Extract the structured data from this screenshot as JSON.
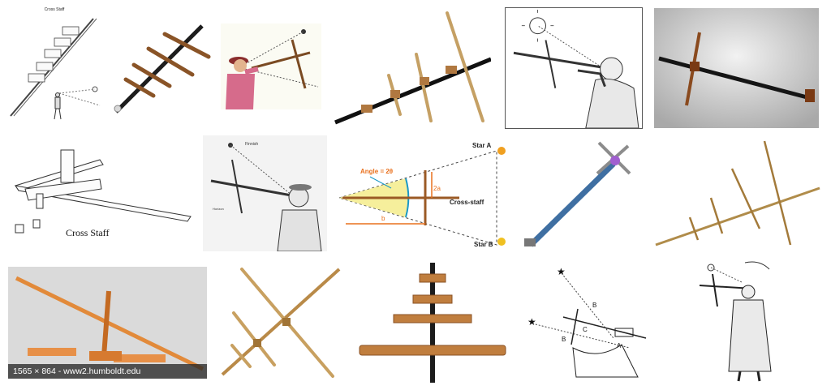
{
  "results": [
    {
      "id": "r1",
      "kind": "diagram",
      "text": {
        "title": "Cross Staff"
      }
    },
    {
      "id": "r2",
      "kind": "photo"
    },
    {
      "id": "r3",
      "kind": "illustration"
    },
    {
      "id": "r4",
      "kind": "photo"
    },
    {
      "id": "r5",
      "kind": "engraving"
    },
    {
      "id": "r6",
      "kind": "photo"
    },
    {
      "id": "r7",
      "kind": "diagram",
      "text": {
        "caption": "Cross Staff"
      }
    },
    {
      "id": "r8",
      "kind": "engraving",
      "text": {
        "label": "Finnish",
        "label2": "Horizon"
      }
    },
    {
      "id": "r9",
      "kind": "diagram",
      "text": {
        "star_a": "Star A",
        "star_b": "Star B",
        "angle": "Angle = 2θ",
        "a": "2a",
        "b": "b",
        "cross": "Cross-staff"
      }
    },
    {
      "id": "r10",
      "kind": "photo"
    },
    {
      "id": "r11",
      "kind": "photo"
    },
    {
      "id": "r12",
      "kind": "photo",
      "text": {
        "overlay": "1565 × 864 - www2.humboldt.edu"
      }
    },
    {
      "id": "r13",
      "kind": "photo"
    },
    {
      "id": "r14",
      "kind": "photo"
    },
    {
      "id": "r15",
      "kind": "diagram",
      "text": {
        "b1": "B",
        "b2": "B",
        "c": "C",
        "a": "A"
      }
    },
    {
      "id": "r16",
      "kind": "engraving"
    }
  ],
  "colors": {
    "wood_light": "#c69a5a",
    "wood_dark": "#7a4a22",
    "shaft_black": "#161616",
    "diagram_orange": "#e9701d",
    "diagram_yellow": "#f6ef9c",
    "diagram_blue": "#1a98c7",
    "photo_bg_grey": "#d7d7d7",
    "overlay_bg": "#2a2a2a"
  }
}
